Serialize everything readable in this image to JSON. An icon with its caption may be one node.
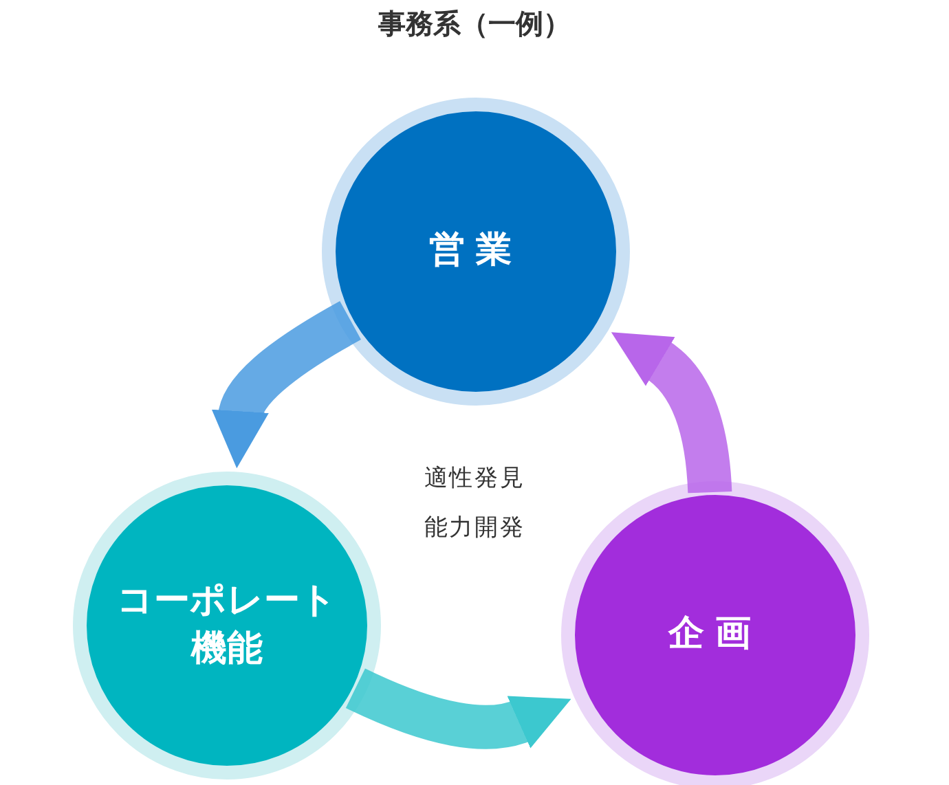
{
  "diagram": {
    "title": "事務系（一例）",
    "nodes": [
      {
        "text": [
          "営業"
        ]
      },
      {
        "text": [
          "コーポレート機能"
        ]
      },
      {
        "text": [
          "企画"
        ]
      }
    ],
    "edges": [
      {
        "from": 0,
        "to": 1,
        "arrow": "to",
        "color": "#4a9be0"
      },
      {
        "from": 1,
        "to": 2,
        "arrow": "to",
        "color": "#3cc8cf"
      },
      {
        "from": 2,
        "to": 0,
        "arrow": "to",
        "color": "#b866ea"
      }
    ],
    "labels": [
      "適性発見",
      "能力開発"
    ]
  }
}
